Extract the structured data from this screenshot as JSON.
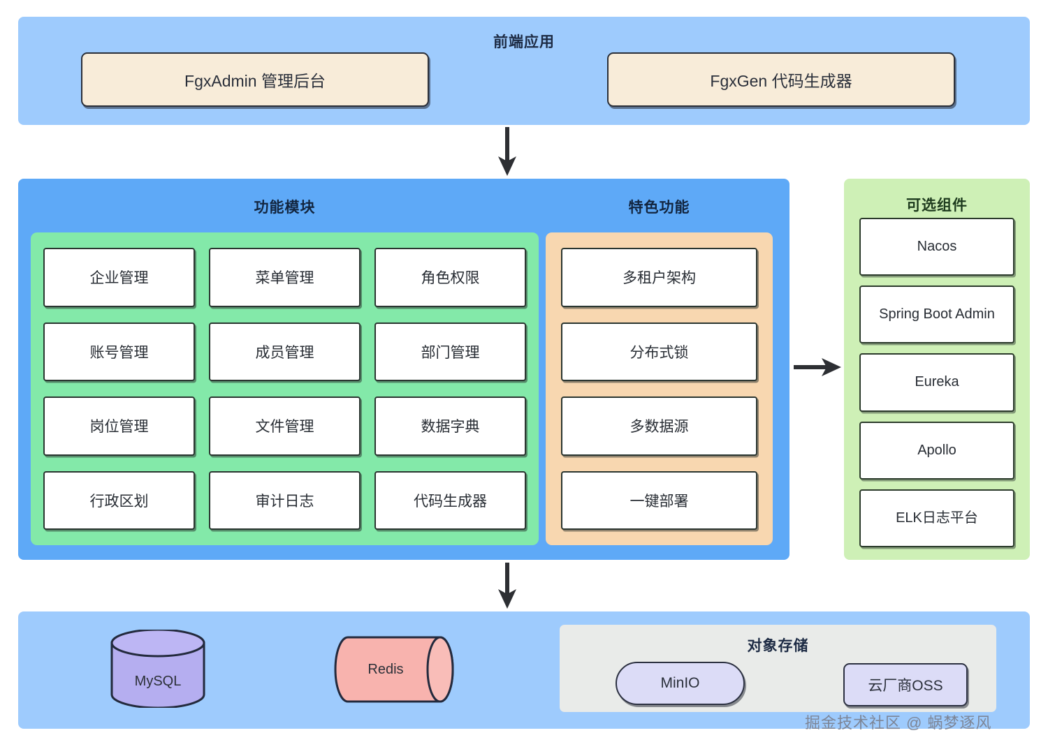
{
  "diagram": {
    "watermark": "掘金技术社区 @ 蜗梦逐风"
  },
  "frontend": {
    "title": "前端应用",
    "apps": [
      {
        "label": "FgxAdmin 管理后台"
      },
      {
        "label": "FgxGen 代码生成器"
      }
    ]
  },
  "core": {
    "modules": {
      "title": "功能模块",
      "items": [
        {
          "label": "企业管理"
        },
        {
          "label": "菜单管理"
        },
        {
          "label": "角色权限"
        },
        {
          "label": "账号管理"
        },
        {
          "label": "成员管理"
        },
        {
          "label": "部门管理"
        },
        {
          "label": "岗位管理"
        },
        {
          "label": "文件管理"
        },
        {
          "label": "数据字典"
        },
        {
          "label": "行政区划"
        },
        {
          "label": "审计日志"
        },
        {
          "label": "代码生成器"
        }
      ]
    },
    "features": {
      "title": "特色功能",
      "items": [
        {
          "label": "多租户架构"
        },
        {
          "label": "分布式锁"
        },
        {
          "label": "多数据源"
        },
        {
          "label": "一键部署"
        }
      ]
    }
  },
  "optional": {
    "title": "可选组件",
    "items": [
      {
        "label": "Nacos"
      },
      {
        "label": "Spring Boot Admin"
      },
      {
        "label": "Eureka"
      },
      {
        "label": "Apollo"
      },
      {
        "label": "ELK日志平台"
      }
    ]
  },
  "storage": {
    "mysql": {
      "label": "MySQL"
    },
    "redis": {
      "label": "Redis"
    },
    "object_storage": {
      "title": "对象存储",
      "items": [
        {
          "label": "MinIO"
        },
        {
          "label": "云厂商OSS"
        }
      ]
    }
  },
  "colors": {
    "band_blue_light": "#9ECBFD",
    "band_blue_core": "#5EA9F7",
    "panel_green": "#83E9A9",
    "panel_orange": "#F8D7B0",
    "panel_optional_green": "#CEF0B6",
    "app_box_beige": "#F8ECD9",
    "mysql_purple": "#B5AEF0",
    "redis_pink": "#F8B3AE",
    "objstore_gray": "#E9EBE9",
    "store_pill_lavender": "#DCDCF7",
    "stroke_dark": "#2b2f38"
  }
}
